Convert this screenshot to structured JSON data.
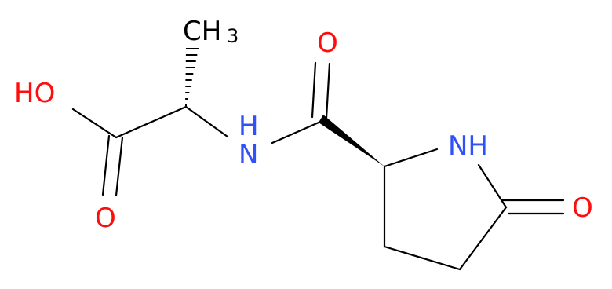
{
  "molecule": {
    "atoms": {
      "ch3": {
        "main": "CH",
        "sub": "3",
        "color": "#000000"
      },
      "ho": {
        "text": "HO",
        "color": "#ff0d0d"
      },
      "carboxyl_o": {
        "text": "O",
        "color": "#ff0d0d"
      },
      "amide_nh_n": {
        "text": "N",
        "color": "#3050f8"
      },
      "amide_nh_h": {
        "text": "H",
        "color": "#3050f8"
      },
      "amide_o": {
        "text": "O",
        "color": "#ff0d0d"
      },
      "ring_nh": {
        "text": "NH",
        "color": "#3050f8"
      },
      "lactam_o": {
        "text": "O",
        "color": "#ff0d0d"
      }
    },
    "bond_color": "#000000"
  }
}
